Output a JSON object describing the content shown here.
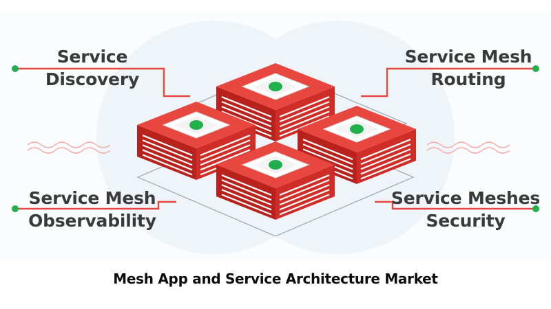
{
  "labels": {
    "discovery": [
      "Service",
      "Discovery"
    ],
    "routing": [
      "Service Mesh",
      "Routing"
    ],
    "observability": [
      "Service Mesh",
      "Observability"
    ],
    "security": [
      "Service Meshes",
      "Security"
    ]
  },
  "caption": "Mesh App and Service Architecture Market",
  "colors": {
    "accent_red": "#e8473f",
    "accent_red_dark": "#b8211c",
    "node_green": "#21b04b",
    "text_dark": "#3a3a3a",
    "halo": "#eef4f8"
  }
}
